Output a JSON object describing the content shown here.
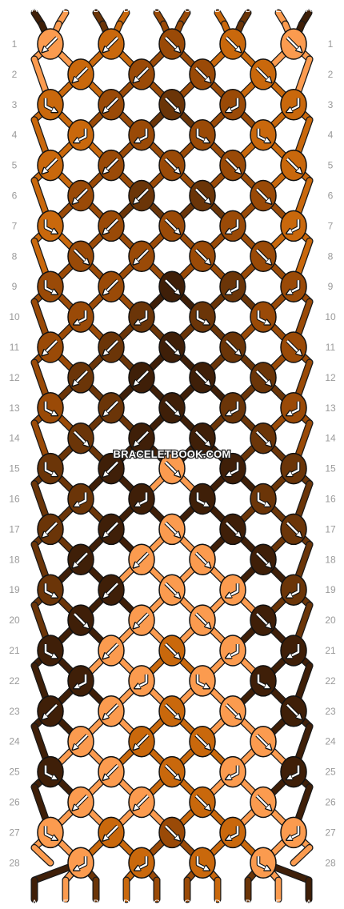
{
  "watermark": "BRACELETBOOK.COM",
  "palette": {
    "A": "#3f1f08",
    "B": "#6b3508",
    "C": "#9a4a07",
    "D": "#c9680c",
    "E": "#fb9b4f"
  },
  "strings_top": [
    "A",
    "E",
    "B",
    "D",
    "C",
    "C",
    "D",
    "B",
    "E",
    "A"
  ],
  "strings_bottom": [
    "A",
    "E",
    "B",
    "D",
    "C",
    "C",
    "D",
    "B",
    "E",
    "A"
  ],
  "row_numbers": [
    1,
    2,
    3,
    4,
    5,
    6,
    7,
    8,
    9,
    10,
    11,
    12,
    13,
    14,
    15,
    16,
    17,
    18,
    19,
    20,
    21,
    22,
    23,
    24,
    25,
    26,
    27,
    28
  ],
  "knot_rows": [
    {
      "row": 1,
      "knots": [
        {
          "c": "E",
          "d": "bl"
        },
        {
          "c": "D",
          "d": "bl"
        },
        {
          "c": "C",
          "d": "br"
        },
        {
          "c": "D",
          "d": "br"
        },
        {
          "c": "E",
          "d": "br"
        }
      ]
    },
    {
      "row": 2,
      "knots": [
        {
          "c": "D",
          "d": "bl"
        },
        {
          "c": "C",
          "d": "bl"
        },
        {
          "c": "C",
          "d": "br"
        },
        {
          "c": "D",
          "d": "br"
        }
      ]
    },
    {
      "row": 3,
      "knots": [
        {
          "c": "D",
          "d": "fl"
        },
        {
          "c": "C",
          "d": "bl"
        },
        {
          "c": "B",
          "d": "br"
        },
        {
          "c": "C",
          "d": "fr"
        },
        {
          "c": "D",
          "d": "fr"
        }
      ]
    },
    {
      "row": 4,
      "knots": [
        {
          "c": "D",
          "d": "fr"
        },
        {
          "c": "C",
          "d": "fr"
        },
        {
          "c": "C",
          "d": "fl"
        },
        {
          "c": "D",
          "d": "fl"
        }
      ]
    },
    {
      "row": 5,
      "knots": [
        {
          "c": "D",
          "d": "bl"
        },
        {
          "c": "C",
          "d": "bl"
        },
        {
          "c": "C",
          "d": "br"
        },
        {
          "c": "C",
          "d": "br"
        },
        {
          "c": "D",
          "d": "br"
        }
      ]
    },
    {
      "row": 6,
      "knots": [
        {
          "c": "C",
          "d": "bl"
        },
        {
          "c": "B",
          "d": "bl"
        },
        {
          "c": "B",
          "d": "br"
        },
        {
          "c": "C",
          "d": "br"
        }
      ]
    },
    {
      "row": 7,
      "knots": [
        {
          "c": "D",
          "d": "fl"
        },
        {
          "c": "C",
          "d": "bl"
        },
        {
          "c": "C",
          "d": "br"
        },
        {
          "c": "C",
          "d": "fr"
        },
        {
          "c": "D",
          "d": "fr"
        }
      ]
    },
    {
      "row": 8,
      "knots": [
        {
          "c": "C",
          "d": "br"
        },
        {
          "c": "C",
          "d": "bl"
        },
        {
          "c": "C",
          "d": "br"
        },
        {
          "c": "C",
          "d": "br"
        }
      ]
    },
    {
      "row": 9,
      "knots": [
        {
          "c": "C",
          "d": "fl"
        },
        {
          "c": "C",
          "d": "bl"
        },
        {
          "c": "A",
          "d": "br"
        },
        {
          "c": "B",
          "d": "fr"
        },
        {
          "c": "C",
          "d": "fr"
        }
      ]
    },
    {
      "row": 10,
      "knots": [
        {
          "c": "C",
          "d": "fr"
        },
        {
          "c": "B",
          "d": "fr"
        },
        {
          "c": "B",
          "d": "fl"
        },
        {
          "c": "C",
          "d": "fl"
        }
      ]
    },
    {
      "row": 11,
      "knots": [
        {
          "c": "C",
          "d": "bl"
        },
        {
          "c": "B",
          "d": "bl"
        },
        {
          "c": "A",
          "d": "br"
        },
        {
          "c": "B",
          "d": "br"
        },
        {
          "c": "C",
          "d": "br"
        }
      ]
    },
    {
      "row": 12,
      "knots": [
        {
          "c": "B",
          "d": "bl"
        },
        {
          "c": "A",
          "d": "bl"
        },
        {
          "c": "A",
          "d": "br"
        },
        {
          "c": "B",
          "d": "br"
        }
      ]
    },
    {
      "row": 13,
      "knots": [
        {
          "c": "C",
          "d": "fl"
        },
        {
          "c": "B",
          "d": "bl"
        },
        {
          "c": "A",
          "d": "br"
        },
        {
          "c": "B",
          "d": "fr"
        },
        {
          "c": "C",
          "d": "fr"
        }
      ]
    },
    {
      "row": 14,
      "knots": [
        {
          "c": "B",
          "d": "br"
        },
        {
          "c": "A",
          "d": "bl"
        },
        {
          "c": "A",
          "d": "br"
        },
        {
          "c": "B",
          "d": "br"
        }
      ]
    },
    {
      "row": 15,
      "knots": [
        {
          "c": "B",
          "d": "fl"
        },
        {
          "c": "A",
          "d": "bl"
        },
        {
          "c": "E",
          "d": "br"
        },
        {
          "c": "A",
          "d": "fr"
        },
        {
          "c": "B",
          "d": "fr"
        }
      ]
    },
    {
      "row": 16,
      "knots": [
        {
          "c": "B",
          "d": "fr"
        },
        {
          "c": "A",
          "d": "fr"
        },
        {
          "c": "A",
          "d": "fl"
        },
        {
          "c": "B",
          "d": "fl"
        }
      ]
    },
    {
      "row": 17,
      "knots": [
        {
          "c": "B",
          "d": "bl"
        },
        {
          "c": "A",
          "d": "bl"
        },
        {
          "c": "E",
          "d": "br"
        },
        {
          "c": "A",
          "d": "br"
        },
        {
          "c": "B",
          "d": "br"
        }
      ]
    },
    {
      "row": 18,
      "knots": [
        {
          "c": "A",
          "d": "bl"
        },
        {
          "c": "E",
          "d": "bl"
        },
        {
          "c": "E",
          "d": "br"
        },
        {
          "c": "A",
          "d": "br"
        }
      ]
    },
    {
      "row": 19,
      "knots": [
        {
          "c": "B",
          "d": "fl"
        },
        {
          "c": "A",
          "d": "bl"
        },
        {
          "c": "E",
          "d": "br"
        },
        {
          "c": "E",
          "d": "fr"
        },
        {
          "c": "B",
          "d": "fr"
        }
      ]
    },
    {
      "row": 20,
      "knots": [
        {
          "c": "A",
          "d": "br"
        },
        {
          "c": "E",
          "d": "bl"
        },
        {
          "c": "E",
          "d": "br"
        },
        {
          "c": "A",
          "d": "br"
        }
      ]
    },
    {
      "row": 21,
      "knots": [
        {
          "c": "A",
          "d": "fl"
        },
        {
          "c": "E",
          "d": "bl"
        },
        {
          "c": "D",
          "d": "br"
        },
        {
          "c": "E",
          "d": "fr"
        },
        {
          "c": "A",
          "d": "fr"
        }
      ]
    },
    {
      "row": 22,
      "knots": [
        {
          "c": "A",
          "d": "fr"
        },
        {
          "c": "E",
          "d": "fr"
        },
        {
          "c": "E",
          "d": "fl"
        },
        {
          "c": "A",
          "d": "fl"
        }
      ]
    },
    {
      "row": 23,
      "knots": [
        {
          "c": "A",
          "d": "bl"
        },
        {
          "c": "E",
          "d": "bl"
        },
        {
          "c": "D",
          "d": "br"
        },
        {
          "c": "E",
          "d": "br"
        },
        {
          "c": "A",
          "d": "br"
        }
      ]
    },
    {
      "row": 24,
      "knots": [
        {
          "c": "E",
          "d": "bl"
        },
        {
          "c": "D",
          "d": "bl"
        },
        {
          "c": "D",
          "d": "br"
        },
        {
          "c": "E",
          "d": "br"
        }
      ]
    },
    {
      "row": 25,
      "knots": [
        {
          "c": "A",
          "d": "fl"
        },
        {
          "c": "E",
          "d": "bl"
        },
        {
          "c": "D",
          "d": "br"
        },
        {
          "c": "E",
          "d": "fr"
        },
        {
          "c": "A",
          "d": "fr"
        }
      ]
    },
    {
      "row": 26,
      "knots": [
        {
          "c": "E",
          "d": "bl"
        },
        {
          "c": "E",
          "d": "bl"
        },
        {
          "c": "D",
          "d": "br"
        },
        {
          "c": "E",
          "d": "br"
        }
      ]
    },
    {
      "row": 27,
      "knots": [
        {
          "c": "E",
          "d": "fl"
        },
        {
          "c": "D",
          "d": "bl"
        },
        {
          "c": "C",
          "d": "br"
        },
        {
          "c": "D",
          "d": "fr"
        },
        {
          "c": "E",
          "d": "fr"
        }
      ]
    },
    {
      "row": 28,
      "knots": [
        {
          "c": "E",
          "d": "fr"
        },
        {
          "c": "D",
          "d": "fr"
        },
        {
          "c": "D",
          "d": "fl"
        },
        {
          "c": "E",
          "d": "fl"
        }
      ]
    }
  ]
}
